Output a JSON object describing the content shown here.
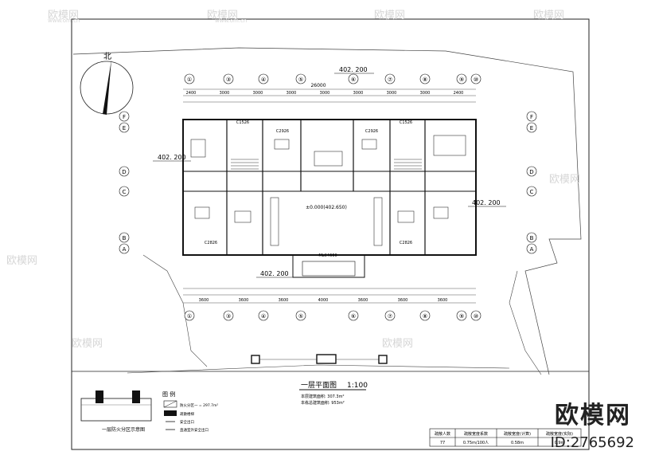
{
  "plan": {
    "title": "一层平面图",
    "scale": "1:100",
    "area_line1": "本层建筑面积: 307.3m²",
    "area_line2": "本栋总建筑面积: 953m²",
    "north_label": "北",
    "total_dim": "26000",
    "elev_labels": [
      "402. 200",
      "402. 200",
      "402. 200",
      "402. 200"
    ],
    "floor_elev": "±0.000(402.650)",
    "entrance": "MLC4660",
    "axes_h": [
      "①",
      "③",
      "④",
      "⑤",
      "⑥",
      "⑦",
      "⑧",
      "⑨",
      "⑩"
    ],
    "axes_v": [
      "F",
      "E",
      "D",
      "C",
      "B",
      "A"
    ],
    "top_dims": [
      "2400",
      "3000",
      "3000",
      "3000",
      "3000",
      "3000",
      "3000",
      "3000",
      "2400"
    ],
    "bottom_dims": [
      "3600",
      "3600",
      "3600",
      "4000",
      "3600",
      "3600",
      "3600"
    ],
    "windows": [
      "C1526",
      "C2926",
      "C1526",
      "C2926",
      "C2826",
      "C2826"
    ]
  },
  "legend": {
    "title": "图 例",
    "items": [
      "防火分区一 =  297.7m²",
      "疏散楼梯",
      "安全出口",
      "直通室外安全出口"
    ],
    "caption": "一层防火分区示意图"
  },
  "table": {
    "headers": [
      "疏散人数",
      "疏散宽度系数",
      "疏散宽度(计算)",
      "疏散宽度(实际)"
    ],
    "row": [
      "77",
      "0.75m/100人",
      "0.58m",
      "0.9m"
    ]
  },
  "watermark": {
    "brand": "欧模网",
    "id": "ID:2765692",
    "url": "www.om.cn"
  }
}
